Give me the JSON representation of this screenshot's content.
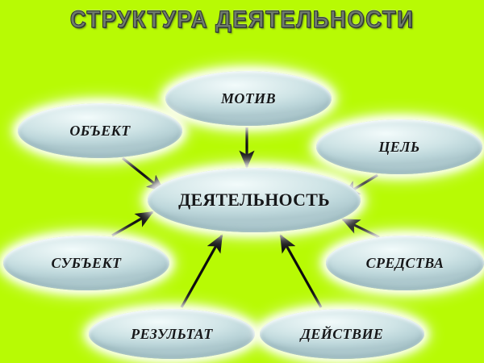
{
  "diagram": {
    "title": "СТРУКТУРА  ДЕЯТЕЛЬНОСТИ",
    "background_color": "#b8fa04",
    "node_fill_color": "#cfe4e6",
    "title_color": "#6f7b6d",
    "arrow_color": "#0d0d0d",
    "center": {
      "id": "deyatelnost",
      "label": "ДЕЯТЕЛЬНОСТЬ"
    },
    "nodes": [
      {
        "id": "motiv",
        "label": "МОТИВ"
      },
      {
        "id": "object",
        "label": "ОБЪЕКТ"
      },
      {
        "id": "tsel",
        "label": "ЦЕЛЬ"
      },
      {
        "id": "subject",
        "label": "СУБЪЕКТ"
      },
      {
        "id": "sredstva",
        "label": "СРЕДСТВА"
      },
      {
        "id": "rezultat",
        "label": "РЕЗУЛЬТАТ"
      },
      {
        "id": "deystvie",
        "label": "ДЕЙСТВИЕ"
      }
    ],
    "edges": [
      {
        "from": "motiv",
        "to": "deyatelnost",
        "direction": "down"
      },
      {
        "from": "object",
        "to": "deyatelnost",
        "direction": "down-right"
      },
      {
        "from": "tsel",
        "to": "deyatelnost",
        "direction": "down-left"
      },
      {
        "from": "subject",
        "to": "deyatelnost",
        "direction": "up-right"
      },
      {
        "from": "sredstva",
        "to": "deyatelnost",
        "direction": "up-left"
      },
      {
        "from": "rezultat",
        "to": "deyatelnost",
        "direction": "up-right"
      },
      {
        "from": "deystvie",
        "to": "deyatelnost",
        "direction": "up-left"
      }
    ]
  }
}
